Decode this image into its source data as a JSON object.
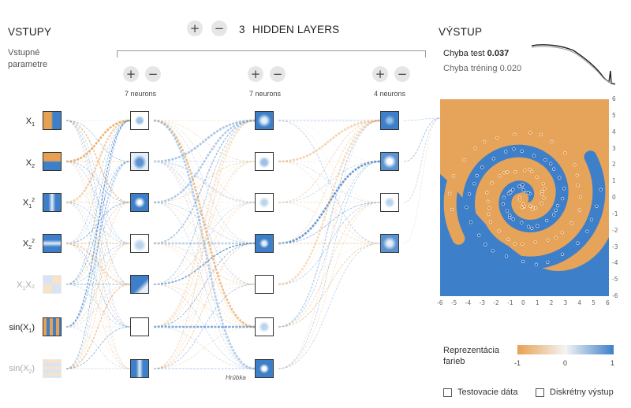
{
  "inputs_panel": {
    "title": "VSTUPY",
    "subtitle_line1": "Vstupné",
    "subtitle_line2": "parametre",
    "features": [
      {
        "base": "X",
        "sub": "1",
        "sup": "",
        "tail": "",
        "enabled": true
      },
      {
        "base": "X",
        "sub": "2",
        "sup": "",
        "tail": "",
        "enabled": true
      },
      {
        "base": "X",
        "sub": "1",
        "sup": "2",
        "tail": "",
        "enabled": true
      },
      {
        "base": "X",
        "sub": "2",
        "sup": "2",
        "tail": "",
        "enabled": true
      },
      {
        "base": "X",
        "sub": "1",
        "sup": "",
        "tail": "X₂",
        "enabled": false
      },
      {
        "base": "sin(X",
        "sub": "1",
        "sup": "",
        "tail": ")",
        "enabled": true
      },
      {
        "base": "sin(X",
        "sub": "2",
        "sup": "",
        "tail": ")",
        "enabled": false
      }
    ]
  },
  "hidden": {
    "add_label": "+",
    "remove_label": "−",
    "count": "3",
    "title": "HIDDEN LAYERS",
    "layers": [
      {
        "neurons_label": "7 neurons",
        "neurons": 7
      },
      {
        "neurons_label": "7 neurons",
        "neurons": 7
      },
      {
        "neurons_label": "4 neurons",
        "neurons": 4
      }
    ],
    "annotation_weight": "Hrúbka"
  },
  "output": {
    "title": "VÝSTUP",
    "test_loss_label": "Chyba test",
    "test_loss_value": "0.037",
    "train_loss_label": "Chyba tréning",
    "train_loss_value": "0.020",
    "x_ticks": [
      "-6",
      "-5",
      "-4",
      "-3",
      "-2",
      "-1",
      "0",
      "1",
      "2",
      "3",
      "4",
      "5",
      "6"
    ],
    "y_ticks": [
      "6",
      "5",
      "4",
      "3",
      "2",
      "1",
      "0",
      "-1",
      "-2",
      "-3",
      "-4",
      "-5",
      "-6"
    ]
  },
  "legend": {
    "label_line1": "Reprezentácia",
    "label_line2": "farieb",
    "min": "-1",
    "mid": "0",
    "max": "1",
    "orange": "#e8a153",
    "blue": "#3d7fc9"
  },
  "options": {
    "test_data_label": "Testovacie dáta",
    "test_data_checked": false,
    "discrete_label": "Diskrétny výstup",
    "discrete_checked": false
  }
}
